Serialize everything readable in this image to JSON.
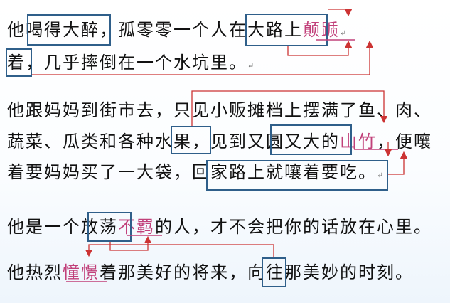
{
  "sentences": [
    {
      "parts": [
        "他喝得大醉，孤零零一个人在大路上",
        "颠踬",
        ""
      ],
      "mark": "↵"
    },
    {
      "parts": [
        "着，几乎摔倒在一个水坑里。",
        "",
        ""
      ],
      "mark": "↵"
    },
    {
      "parts": [
        "他跟妈妈到街市去，只见小贩摊档上摆满了鱼、肉、",
        "",
        ""
      ],
      "mark": ""
    },
    {
      "parts": [
        "蔬菜、瓜类和各种水果，见到又圆又大的",
        "山竹",
        "，便嚷"
      ],
      "mark": ""
    },
    {
      "parts": [
        "着要妈妈买了一大袋，回家路上就嚷着要吃。",
        "",
        ""
      ],
      "mark": "↵"
    },
    {
      "parts": [
        "他是一个放荡",
        "不羁",
        "的人，才不会把你的话放在心里。"
      ],
      "mark": ""
    },
    {
      "parts": [
        "他热烈",
        "憧憬",
        "着那美好的将来，向往那美妙的时刻。"
      ],
      "mark": ""
    }
  ],
  "colors": {
    "text": "#111111",
    "highlight": "#c1407a",
    "box": "#2f5f8a",
    "arrow": "#cc3333"
  }
}
